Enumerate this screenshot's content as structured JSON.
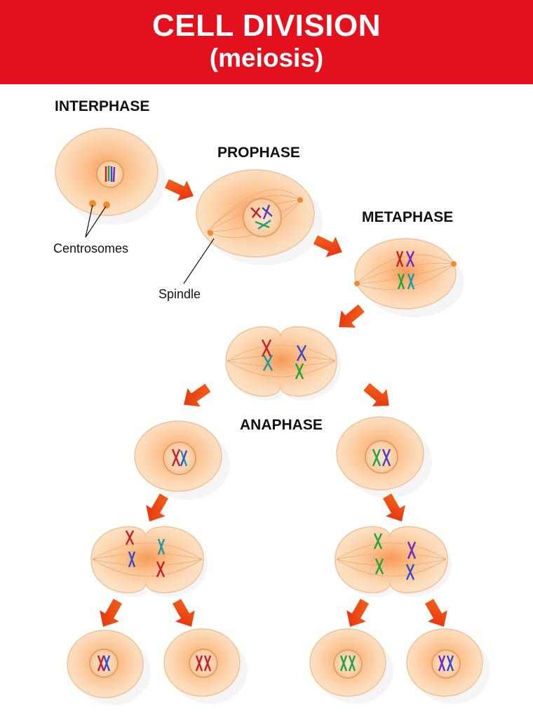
{
  "header": {
    "title": "CELL DIVISION",
    "subtitle": "(meiosis)",
    "background": "#e3101d"
  },
  "labels": {
    "interphase": "INTERPHASE",
    "prophase": "PROPHASE",
    "metaphase": "METAPHASE",
    "anaphase": "ANAPHASE",
    "centrosomes": "Centrosomes",
    "spindle": "Spindle"
  },
  "colors": {
    "cell_fill": "#fbd3ad",
    "cell_core": "#f8a05e",
    "arrow": "#ee4412",
    "chromosome_red": "#c8202a",
    "chromosome_blue": "#3a4fc4",
    "chromosome_green": "#26a33f",
    "chromosome_purple": "#6a2fc4",
    "chromosome_teal": "#1f9aa5"
  },
  "icons": [
    "arrow-icon",
    "chromosome-icon",
    "centrosome-icon",
    "cell-icon"
  ]
}
